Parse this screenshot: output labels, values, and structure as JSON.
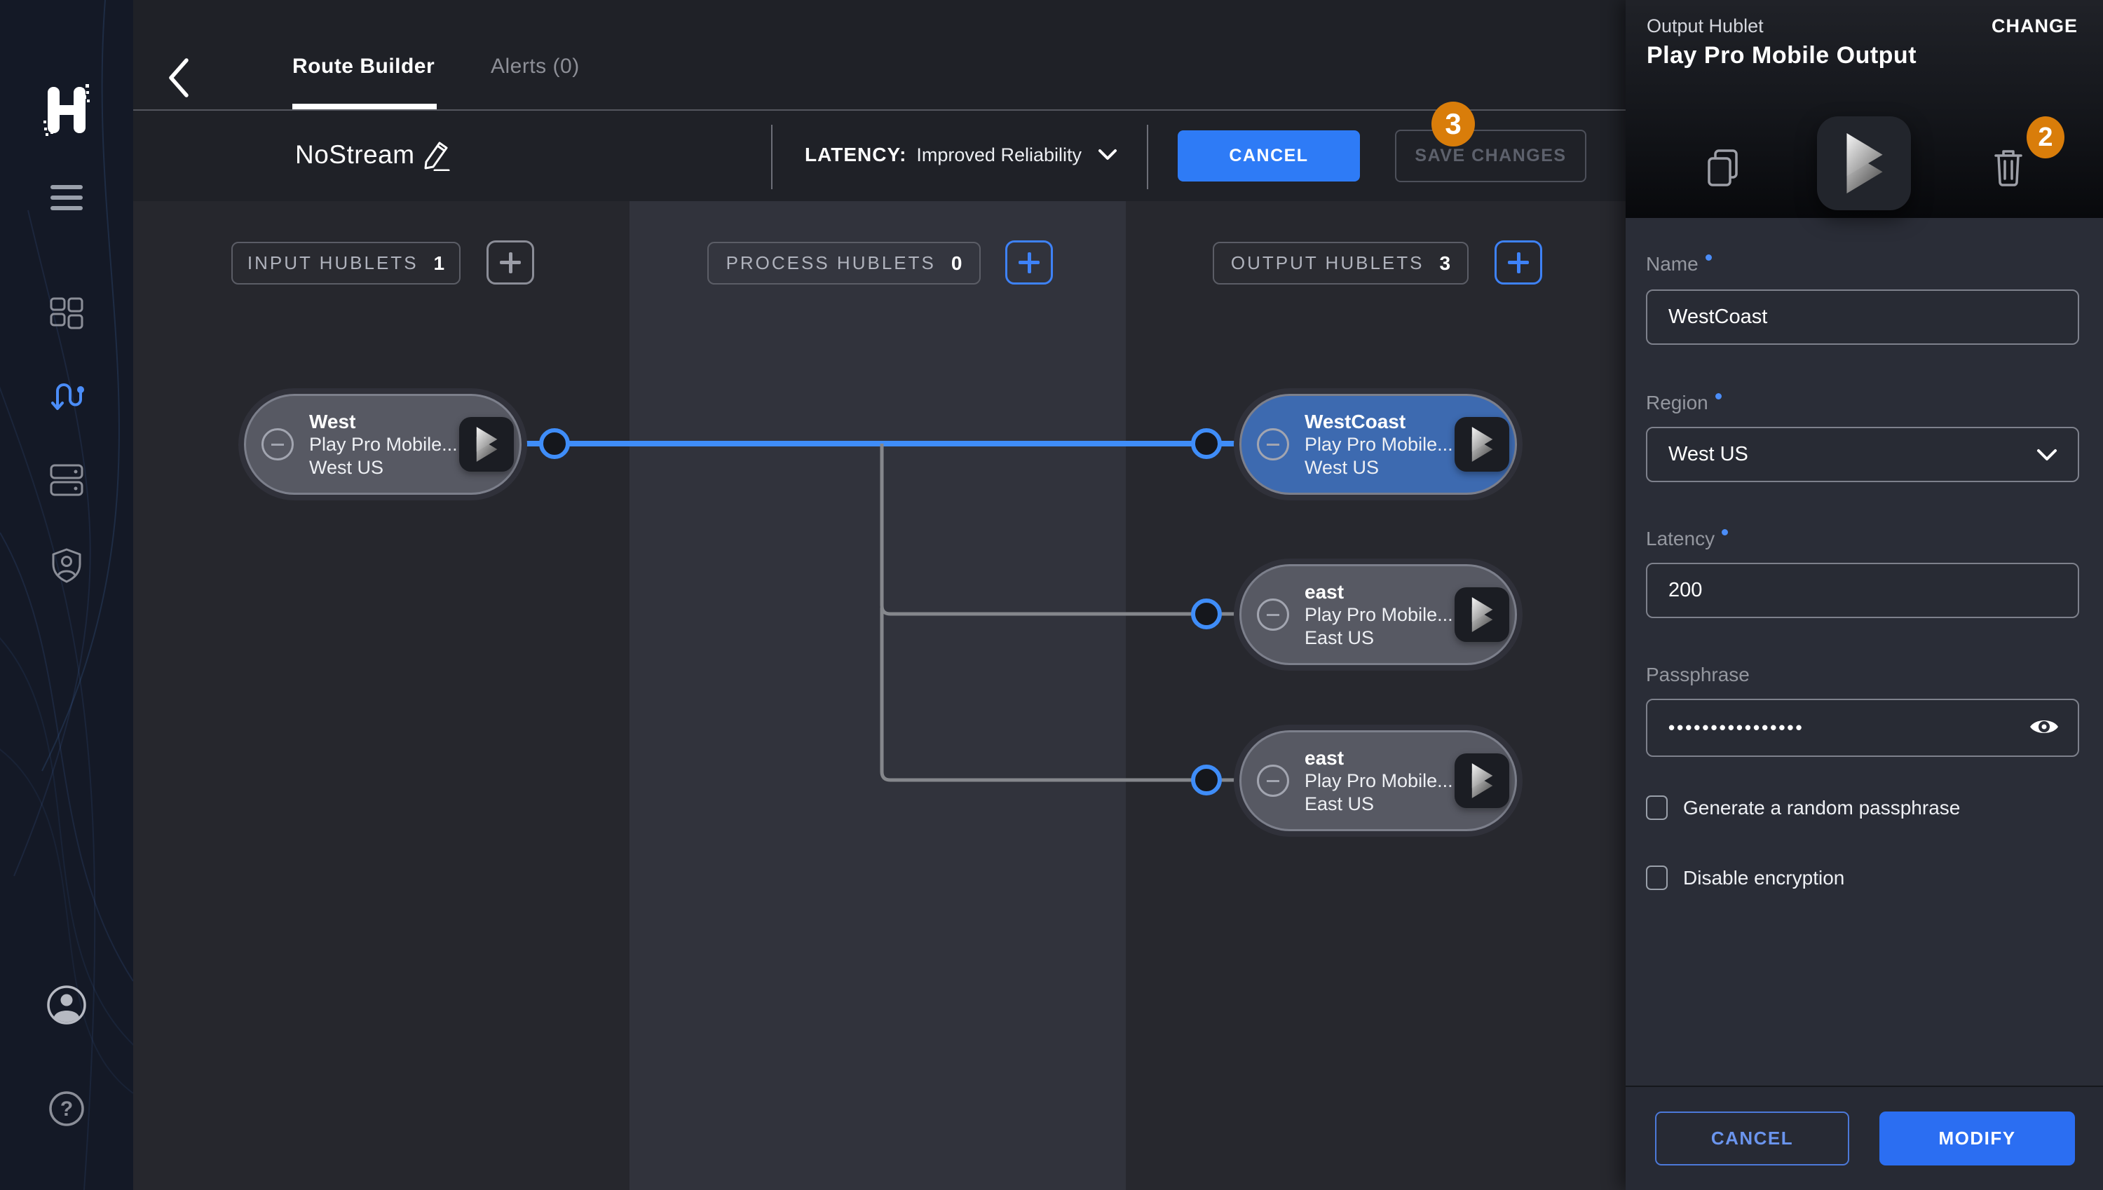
{
  "colors": {
    "accent_blue": "#3e82f7",
    "selected_node_blue": "#3d6ab0",
    "badge_orange": "#d97d0a",
    "sidebar_bg": "#141926",
    "panel_bg": "#2a2d37"
  },
  "tabsbar": {
    "tabs": [
      {
        "label": "Route Builder",
        "active": true
      },
      {
        "label": "Alerts (0)",
        "active": false
      }
    ]
  },
  "toolbar": {
    "stream_name": "NoStream",
    "latency_label": "LATENCY:",
    "latency_value": "Improved Reliability",
    "cancel_label": "CANCEL",
    "save_label": "SAVE CHANGES",
    "unsaved_badge": "3"
  },
  "canvas": {
    "columns": [
      {
        "label": "INPUT HUBLETS",
        "count": "1"
      },
      {
        "label": "PROCESS HUBLETS",
        "count": "0"
      },
      {
        "label": "OUTPUT HUBLETS",
        "count": "3"
      }
    ],
    "nodes": [
      {
        "title": "West",
        "subtitle": "Play Pro Mobile...",
        "region": "West US",
        "kind": "input",
        "selected": false
      },
      {
        "title": "WestCoast",
        "subtitle": "Play Pro Mobile...",
        "region": "West US",
        "kind": "output",
        "selected": true
      },
      {
        "title": "east",
        "subtitle": "Play Pro Mobile...",
        "region": "East US",
        "kind": "output",
        "selected": false
      },
      {
        "title": "east",
        "subtitle": "Play Pro Mobile...",
        "region": "East US",
        "kind": "output",
        "selected": false
      }
    ]
  },
  "panel": {
    "type_label": "Output Hublet",
    "title": "Play Pro Mobile Output",
    "change_label": "CHANGE",
    "delete_badge": "2",
    "fields": {
      "name": {
        "label": "Name",
        "value": "WestCoast",
        "required": true
      },
      "region": {
        "label": "Region",
        "value": "West US",
        "required": true
      },
      "latency": {
        "label": "Latency",
        "value": "200",
        "required": true
      },
      "passphrase": {
        "label": "Passphrase",
        "value": "••••••••••••••••",
        "required": false
      }
    },
    "checkboxes": [
      {
        "label": "Generate a random passphrase",
        "checked": false
      },
      {
        "label": "Disable encryption",
        "checked": false
      }
    ],
    "footer": {
      "cancel_label": "CANCEL",
      "modify_label": "MODIFY"
    }
  }
}
